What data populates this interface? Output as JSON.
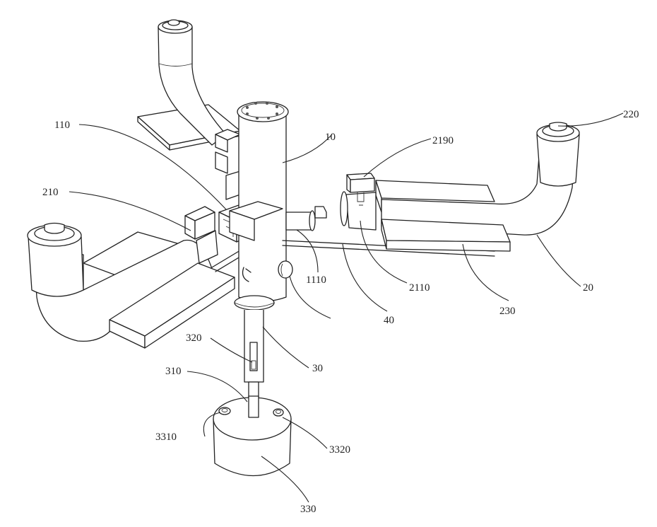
{
  "figure": {
    "type": "patent-style isometric line drawing",
    "description": "Central vertical column with three L-shaped pipe arms on rectangular plates, connector blocks, a lower rod and a cylindrical base"
  },
  "labels": {
    "l10": "10",
    "l20": "20",
    "l30": "30",
    "l40": "40",
    "l110": "110",
    "l210": "210",
    "l220": "220",
    "l230": "230",
    "l310": "310",
    "l320": "320",
    "l330": "330",
    "l1110": "1110",
    "l2110": "2110",
    "l2190": "2190",
    "l3310": "3310",
    "l3320": "3320"
  }
}
